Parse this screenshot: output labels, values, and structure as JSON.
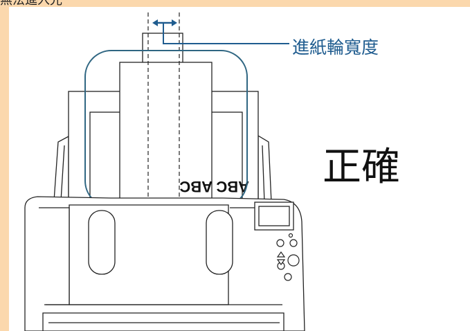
{
  "header": {
    "caption_partial": "無法進入光"
  },
  "labels": {
    "paper_feed_width": "進紙輪寬度",
    "status": "正確"
  },
  "document": {
    "printed_text": "ABC ABC"
  },
  "colors": {
    "page_background": "#fbd8ad",
    "highlight_outline": "#2f6682",
    "arrow": "#1f5c8f",
    "line": "#222222"
  },
  "icons": [
    "double-arrow-icon",
    "up-triangle-icon",
    "down-triangle-icon",
    "scanner-lcd-icon"
  ]
}
